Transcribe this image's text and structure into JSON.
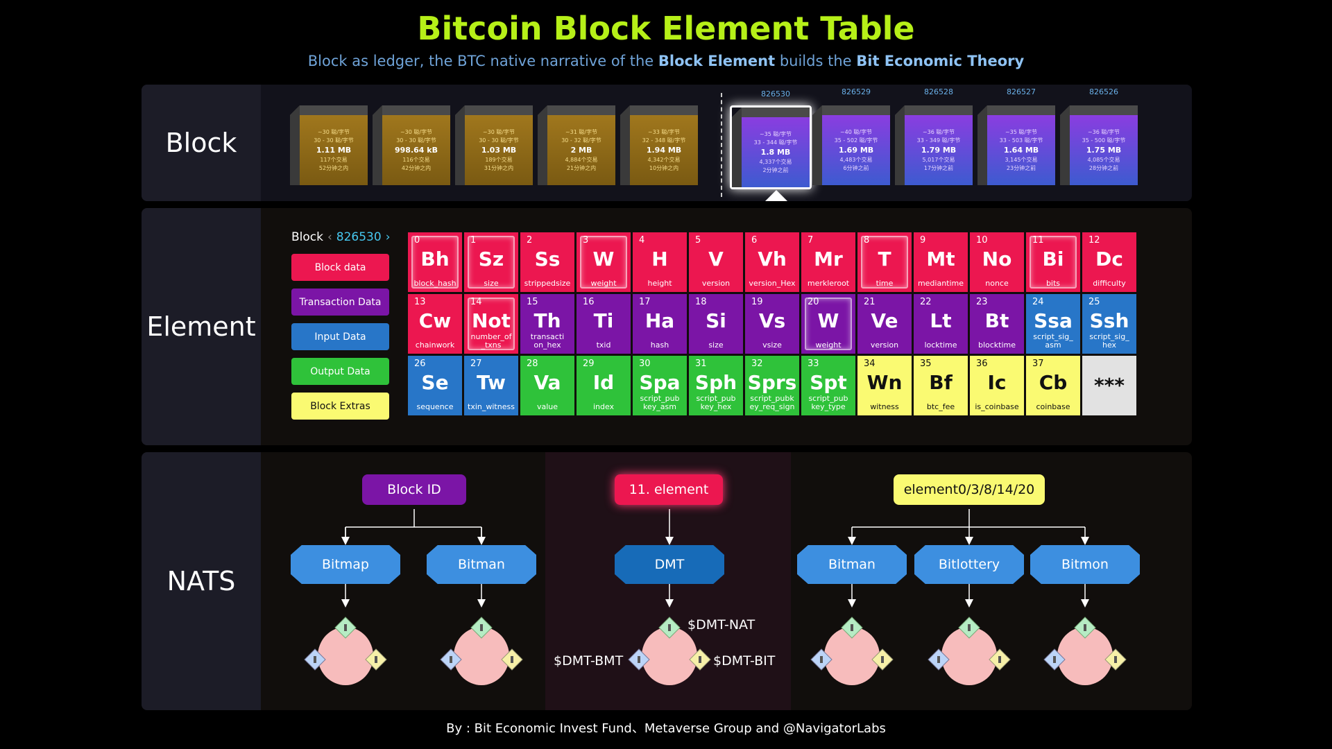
{
  "header": {
    "title": "Bitcoin Block Element Table",
    "subtitle_part1": "Block as ledger, the BTC native narrative of the ",
    "subtitle_bold1": "Block Element",
    "subtitle_part2": " builds the ",
    "subtitle_bold2": "Bit Economic Theory"
  },
  "rows": {
    "block": "Block",
    "element": "Element",
    "nats": "NATS"
  },
  "blocks": [
    {
      "fee": "~30 聪/字节",
      "range": "30 - 30 聪/字节",
      "size": "1.11 MB",
      "tx": "117个交易",
      "time": "52分钟之内",
      "num": ""
    },
    {
      "fee": "~30 聪/字节",
      "range": "30 - 30 聪/字节",
      "size": "998.64 kB",
      "tx": "116个交易",
      "time": "42分钟之内",
      "num": ""
    },
    {
      "fee": "~30 聪/字节",
      "range": "30 - 30 聪/字节",
      "size": "1.03 MB",
      "tx": "189个交易",
      "time": "31分钟之内",
      "num": ""
    },
    {
      "fee": "~31 聪/字节",
      "range": "30 - 32 聪/字节",
      "size": "2 MB",
      "tx": "4,884个交易",
      "time": "21分钟之内",
      "num": ""
    },
    {
      "fee": "~33 聪/字节",
      "range": "32 - 348 聪/字节",
      "size": "1.94 MB",
      "tx": "4,342个交易",
      "time": "10分钟之内",
      "num": ""
    },
    {
      "fee": "~35 聪/字节",
      "range": "33 - 344 聪/字节",
      "size": "1.8 MB",
      "tx": "4,337个交易",
      "time": "2分钟之前",
      "num": "826530"
    },
    {
      "fee": "~40 聪/字节",
      "range": "35 - 502 聪/字节",
      "size": "1.69 MB",
      "tx": "4,483个交易",
      "time": "6分钟之前",
      "num": "826529"
    },
    {
      "fee": "~36 聪/字节",
      "range": "33 - 349 聪/字节",
      "size": "1.79 MB",
      "tx": "5,017个交易",
      "time": "17分钟之前",
      "num": "826528"
    },
    {
      "fee": "~35 聪/字节",
      "range": "33 - 503 聪/字节",
      "size": "1.64 MB",
      "tx": "3,145个交易",
      "time": "23分钟之前",
      "num": "826527"
    },
    {
      "fee": "~36 聪/字节",
      "range": "35 - 500 聪/字节",
      "size": "1.75 MB",
      "tx": "4,085个交易",
      "time": "28分钟之前",
      "num": "826526"
    }
  ],
  "selector": {
    "label": "Block",
    "value": "826530"
  },
  "legend": [
    "Block data",
    "Transaction Data",
    "Input Data",
    "Output Data",
    "Block Extras"
  ],
  "elements": [
    {
      "n": "0",
      "s": "Bh",
      "name": "block_hash"
    },
    {
      "n": "1",
      "s": "Sz",
      "name": "size"
    },
    {
      "n": "2",
      "s": "Ss",
      "name": "strippedsize"
    },
    {
      "n": "3",
      "s": "W",
      "name": "weight"
    },
    {
      "n": "4",
      "s": "H",
      "name": "height"
    },
    {
      "n": "5",
      "s": "V",
      "name": "version"
    },
    {
      "n": "6",
      "s": "Vh",
      "name": "version_Hex"
    },
    {
      "n": "7",
      "s": "Mr",
      "name": "merkleroot"
    },
    {
      "n": "8",
      "s": "T",
      "name": "time"
    },
    {
      "n": "9",
      "s": "Mt",
      "name": "mediantime"
    },
    {
      "n": "10",
      "s": "No",
      "name": "nonce"
    },
    {
      "n": "11",
      "s": "Bi",
      "name": "bits"
    },
    {
      "n": "12",
      "s": "Dc",
      "name": "difficulty"
    },
    {
      "n": "13",
      "s": "Cw",
      "name": "chainwork"
    },
    {
      "n": "14",
      "s": "Not",
      "name": "number_of _txns"
    },
    {
      "n": "15",
      "s": "Th",
      "name": "transacti on_hex"
    },
    {
      "n": "16",
      "s": "Ti",
      "name": "txid"
    },
    {
      "n": "17",
      "s": "Ha",
      "name": "hash"
    },
    {
      "n": "18",
      "s": "Si",
      "name": "size"
    },
    {
      "n": "19",
      "s": "Vs",
      "name": "vsize"
    },
    {
      "n": "20",
      "s": "W",
      "name": "weight"
    },
    {
      "n": "21",
      "s": "Ve",
      "name": "version"
    },
    {
      "n": "22",
      "s": "Lt",
      "name": "locktime"
    },
    {
      "n": "23",
      "s": "Bt",
      "name": "blocktime"
    },
    {
      "n": "24",
      "s": "Ssa",
      "name": "script_sig_ asm"
    },
    {
      "n": "25",
      "s": "Ssh",
      "name": "script_sig_ hex"
    },
    {
      "n": "26",
      "s": "Se",
      "name": "sequence"
    },
    {
      "n": "27",
      "s": "Tw",
      "name": "txin_witness"
    },
    {
      "n": "28",
      "s": "Va",
      "name": "value"
    },
    {
      "n": "29",
      "s": "Id",
      "name": "index"
    },
    {
      "n": "30",
      "s": "Spa",
      "name": "script_pub key_asm"
    },
    {
      "n": "31",
      "s": "Sph",
      "name": "script_pub key_hex"
    },
    {
      "n": "32",
      "s": "Sprs",
      "name": "script_pubk ey_req_sign"
    },
    {
      "n": "33",
      "s": "Spt",
      "name": "script_pub key_type"
    },
    {
      "n": "34",
      "s": "Wn",
      "name": "witness"
    },
    {
      "n": "35",
      "s": "Bf",
      "name": "btc_fee"
    },
    {
      "n": "36",
      "s": "Ic",
      "name": "is_coinbase"
    },
    {
      "n": "37",
      "s": "Cb",
      "name": "coinbase"
    },
    {
      "n": "",
      "s": "***",
      "name": ""
    }
  ],
  "nats": {
    "left": {
      "root": "Block ID",
      "nodes": [
        "Bitmap",
        "Bitman"
      ]
    },
    "middle": {
      "root": "11. element",
      "node": "DMT",
      "labels": [
        "$DMT-NAT",
        "$DMT-BMT",
        "$DMT-BIT"
      ]
    },
    "right": {
      "root": "element0/3/8/14/20",
      "nodes": [
        "Bitman",
        "Bitlottery",
        "Bitmon"
      ]
    }
  },
  "footer": "By : Bit Economic Invest Fund、Metaverse Group  and  @NavigatorLabs"
}
